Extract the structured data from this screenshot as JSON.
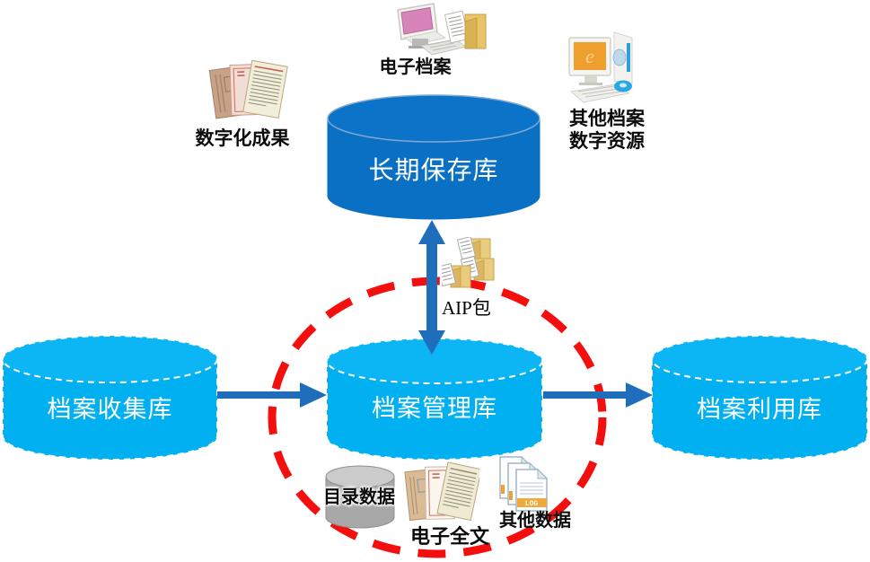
{
  "diagram": {
    "description": "Archive system architecture diagram with four database cylinders, arrows and data-source icons",
    "colors": {
      "preservation_cylinder": "#0a70c4",
      "cyan_cylinder": "#00b0f0",
      "arrow_blue": "#1e6ebc",
      "dashed_circle_red": "#f40f0f",
      "catalog_cylinder_gray": "#a8a8a8",
      "background": "#ffffff"
    },
    "nodes": {
      "preservation": {
        "label": "长期保存库"
      },
      "collection": {
        "label": "档案收集库"
      },
      "management": {
        "label": "档案管理库"
      },
      "utilization": {
        "label": "档案利用库"
      }
    },
    "annotations": {
      "electronic_archives": "电子档案",
      "digitization_results": "数字化成果",
      "other_archive_line1": "其他档案",
      "other_archive_line2": "数字资源",
      "aip_package": "AIP包",
      "catalog_data": "目录数据",
      "electronic_fulltext": "电子全文",
      "other_data": "其他数据",
      "log_file_badge": "LOG"
    },
    "icons": [
      "computer-folder-icon",
      "old-documents-icon",
      "desktop-pc-icon",
      "aip-folders-icon",
      "gray-database-icon",
      "fulltext-documents-icon",
      "log-files-icon"
    ],
    "arrows": [
      "collection-to-management",
      "management-to-utilization",
      "management-preservation-bidirectional"
    ]
  }
}
